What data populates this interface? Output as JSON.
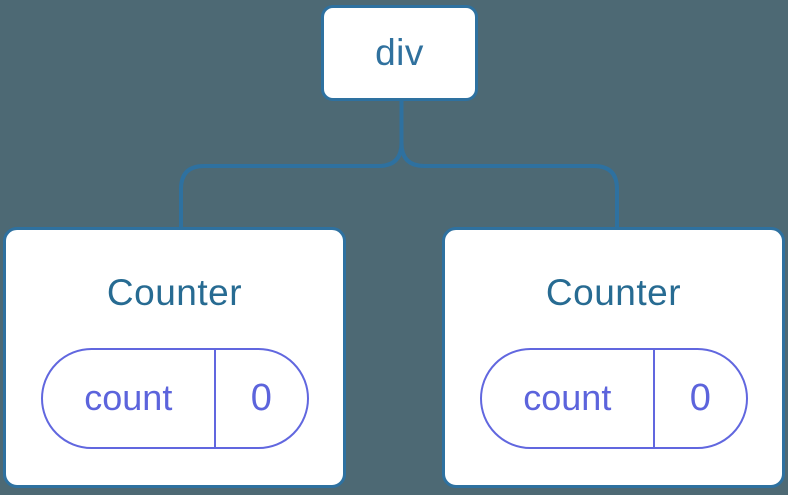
{
  "diagram": {
    "description": "component tree diagram",
    "root": {
      "label": "div"
    },
    "children": [
      {
        "title": "Counter",
        "state": {
          "key": "count",
          "value": "0"
        }
      },
      {
        "title": "Counter",
        "state": {
          "key": "count",
          "value": "0"
        }
      }
    ]
  },
  "colors": {
    "background": "#4d6974",
    "connector_blue": "#2e71a0",
    "root_label_blue": "#30719e",
    "component_title_blue": "#276b92",
    "state_purple": "#5c64dc",
    "state_pill_border": "#6167df",
    "node_fill": "#ffffff"
  }
}
